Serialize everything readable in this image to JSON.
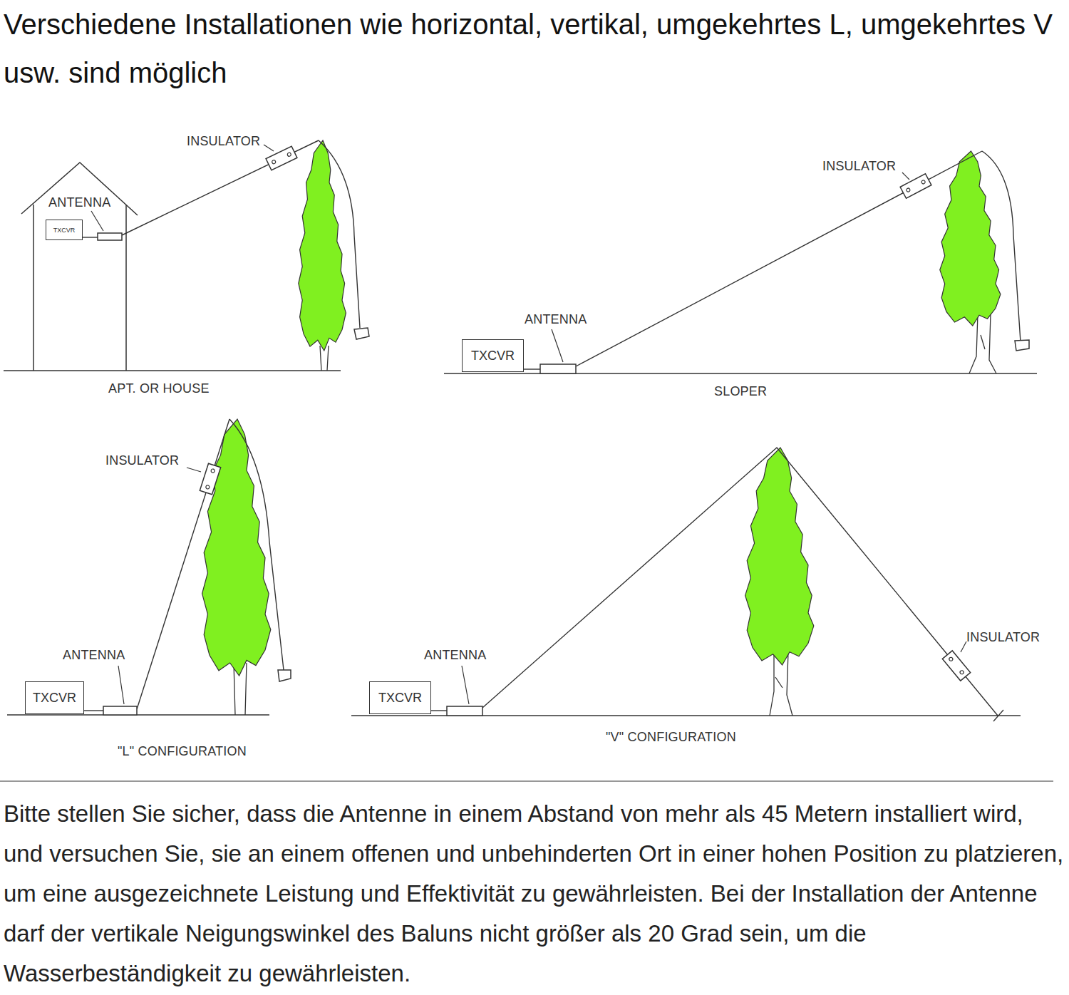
{
  "diagram": {
    "title": "Verschiedene Installationen wie horizontal, vertikal, umgekehrtes L, umgekehrtes V usw. sind möglich",
    "caption": "Bitte stellen Sie sicher, dass die Antenne in einem Abstand von mehr als 45 Metern installiert wird, und versuchen Sie, sie an einem offenen und unbehinderten Ort in einer hohen Position zu platzieren, um eine ausgezeichnete Leistung und Effektivität zu gewährleisten. Bei der Installation der Antenne darf der vertikale Neigungswinkel des Baluns nicht größer als 20 Grad sein, um die Wasserbeständigkeit zu gewährleisten.",
    "nodes": [
      {
        "text": [
          "TXCVR"
        ]
      },
      {
        "text": [
          "TXCVR"
        ]
      },
      {
        "text": [
          "TXCVR"
        ]
      },
      {
        "text": [
          "TXCVR"
        ]
      }
    ],
    "labels": [
      "INSULATOR",
      "ANTENNA",
      "APT. OR HOUSE",
      "INSULATOR",
      "ANTENNA",
      "SLOPER",
      "INSULATOR",
      "ANTENNA",
      "\"L\" CONFIGURATION",
      "ANTENNA",
      "INSULATOR",
      "\"V\" CONFIGURATION"
    ]
  }
}
